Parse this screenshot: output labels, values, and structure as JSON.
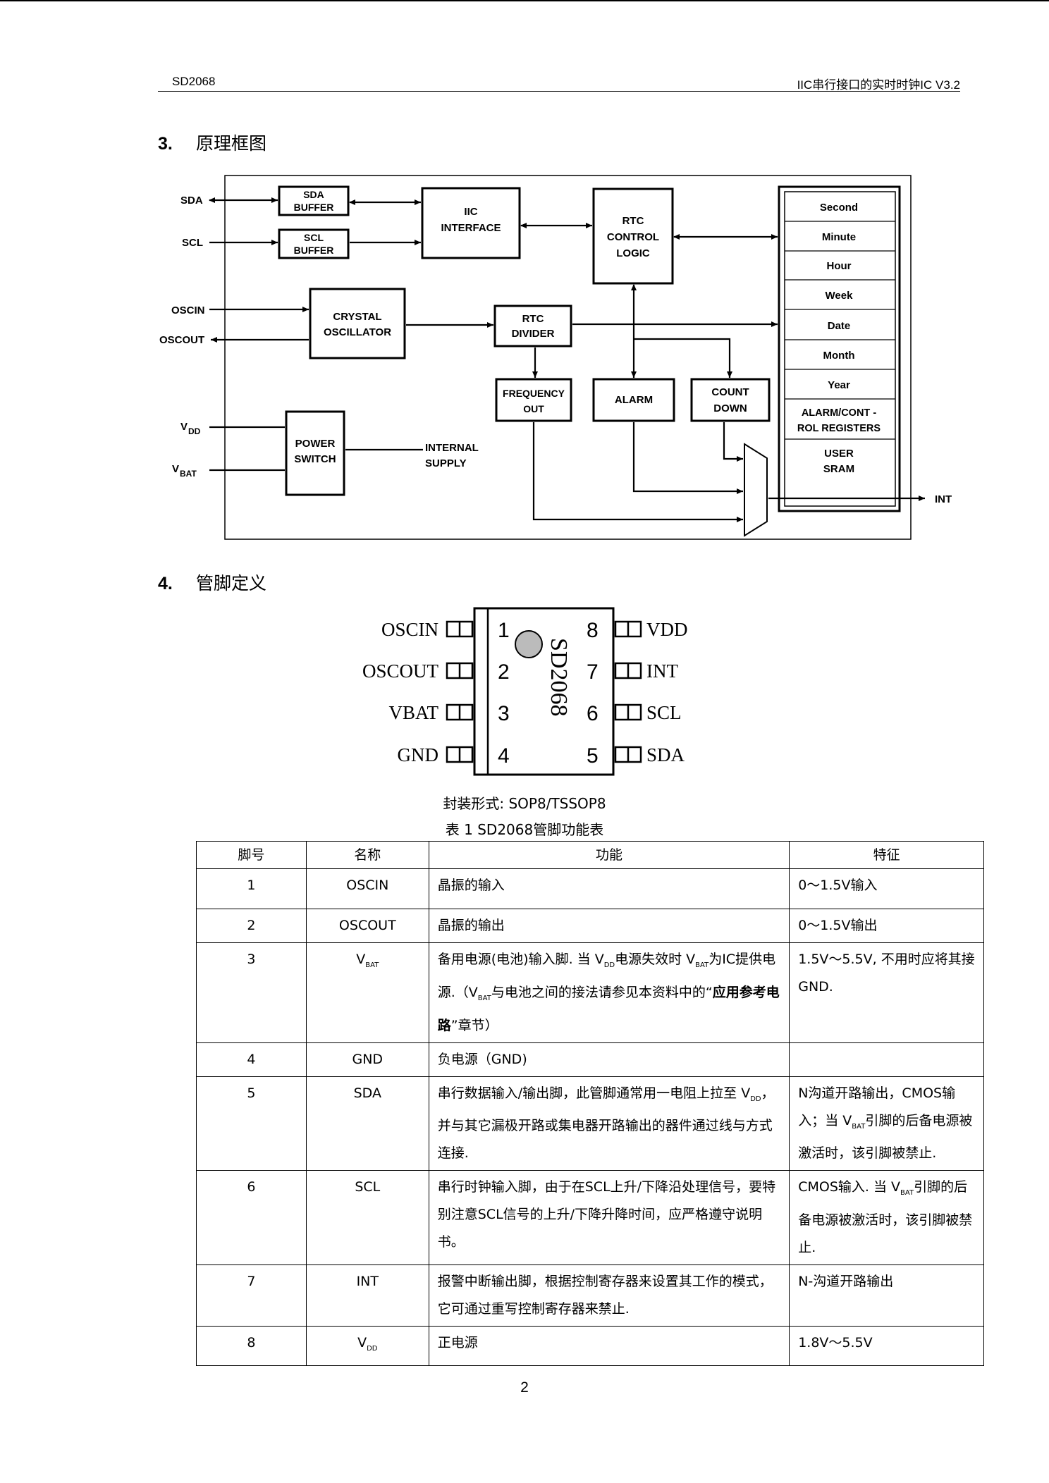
{
  "header": {
    "left": "SD2068",
    "right": "IIC串行接口的实时时钟IC  V3.2"
  },
  "section3": {
    "number": "3.",
    "title": "原理框图"
  },
  "section4": {
    "number": "4.",
    "title": "管脚定义"
  },
  "block_diagram": {
    "left_signals": [
      "SDA",
      "SCL",
      "OSCIN",
      "OSCOUT",
      "V",
      "V"
    ],
    "vdd": {
      "main": "V",
      "sub": "DD"
    },
    "vbat": {
      "main": "V",
      "sub": "BAT"
    },
    "sda_buffer": [
      "SDA",
      "BUFFER"
    ],
    "scl_buffer": [
      "SCL",
      "BUFFER"
    ],
    "iic_interface": [
      "IIC",
      "INTERFACE"
    ],
    "rtc_control": [
      "RTC",
      "CONTROL",
      "LOGIC"
    ],
    "crystal": [
      "CRYSTAL",
      "OSCILLATOR"
    ],
    "rtc_divider": [
      "RTC",
      "DIVIDER"
    ],
    "frequency_out": [
      "FREQUENCY",
      "OUT"
    ],
    "alarm": "ALARM",
    "count_down": [
      "COUNT",
      "DOWN"
    ],
    "power_switch": [
      "POWER",
      "SWITCH"
    ],
    "internal_supply": [
      "INTERNAL",
      "SUPPLY"
    ],
    "registers": [
      "Second",
      "Minute",
      "Hour",
      "Week",
      "Date",
      "Month",
      "Year"
    ],
    "alarm_registers": [
      "ALARM/CONT -",
      "ROL REGISTERS"
    ],
    "user_sram": [
      "USER",
      "SRAM"
    ],
    "int_out": "INT"
  },
  "pinout": {
    "chip_label": "SD2068",
    "left_pins": [
      {
        "name": "OSCIN",
        "num": "1"
      },
      {
        "name": "OSCOUT",
        "num": "2"
      },
      {
        "name": "VBAT",
        "num": "3"
      },
      {
        "name": "GND",
        "num": "4"
      }
    ],
    "right_pins": [
      {
        "name": "VDD",
        "num": "8"
      },
      {
        "name": "INT",
        "num": "7"
      },
      {
        "name": "SCL",
        "num": "6"
      },
      {
        "name": "SDA",
        "num": "5"
      }
    ],
    "package_caption": "封装形式: SOP8/TSSOP8"
  },
  "table": {
    "caption": "表 1   SD2068管脚功能表",
    "headers": [
      "脚号",
      "名称",
      "功能",
      "特征"
    ],
    "rows": [
      {
        "no": "1",
        "name": "OSCIN",
        "func": "晶振的输入",
        "feature": "0～1.5V输入"
      },
      {
        "no": "2",
        "name": "OSCOUT",
        "func": "晶振的输出",
        "feature": "0～1.5V输出"
      },
      {
        "no": "3",
        "name_main": "V",
        "name_sub": "BAT",
        "func_a": "备用电源(电池)输入脚. 当 V",
        "func_a_sub1": "DD",
        "func_b": "电源失效时 V",
        "func_b_sub": "BAT",
        "func_c": "为IC提供电源.（V",
        "func_c_sub": "BAT",
        "func_d": "与电池之间的接法请参见本资料中的“",
        "func_bold": "应用参考电路",
        "func_e": "”章节）",
        "feature": "1.5V～5.5V, 不用时应将其接GND."
      },
      {
        "no": "4",
        "name": "GND",
        "func": "负电源（GND)",
        "feature": ""
      },
      {
        "no": "5",
        "name": "SDA",
        "func_a": "串行数据输入/输出脚，此管脚通常用一电阻上拉至 V",
        "func_sub": "DD",
        "func_b": "，并与其它漏极开路或集电器开路输出的器件通过线与方式连接.",
        "feature_a": "N沟道开路输出，CMOS输入；当 V",
        "feature_sub": "BAT",
        "feature_b": "引脚的后备电源被激活时，该引脚被禁止."
      },
      {
        "no": "6",
        "name": "SCL",
        "func": "串行时钟输入脚，由于在SCL上升/下降沿处理信号，要特别注意SCL信号的上升/下降升降时间，应严格遵守说明书。",
        "feature_a": "CMOS输入. 当 V",
        "feature_sub": "BAT",
        "feature_b": "引脚的后备电源被激活时，该引脚被禁止."
      },
      {
        "no": "7",
        "name": "INT",
        "func": "报警中断输出脚，根据控制寄存器来设置其工作的模式，它可通过重写控制寄存器来禁止.",
        "feature": "N-沟道开路输出"
      },
      {
        "no": "8",
        "name_main": "V",
        "name_sub": "DD",
        "func": "正电源",
        "feature": "1.8V～5.5V"
      }
    ]
  },
  "page_number": "2"
}
